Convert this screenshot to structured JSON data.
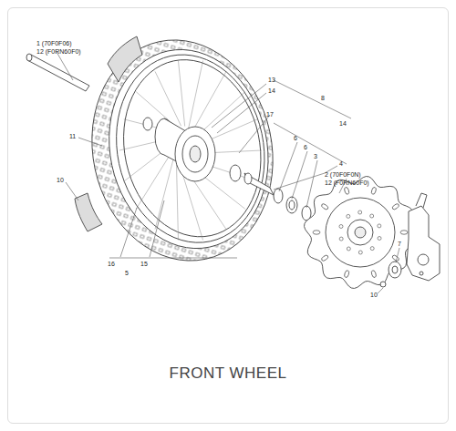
{
  "diagram": {
    "caption": "FRONT WHEEL",
    "labels": [
      "1 (70F0F06)",
      "12 (F0RN60F0)",
      "13",
      "14",
      "8",
      "17",
      "14",
      "6",
      "6",
      "3",
      "4",
      "11",
      "10",
      "16",
      "15",
      "5",
      "2 (70F0F0N)",
      "12 (F0RN60F0)",
      "7",
      "10"
    ]
  }
}
